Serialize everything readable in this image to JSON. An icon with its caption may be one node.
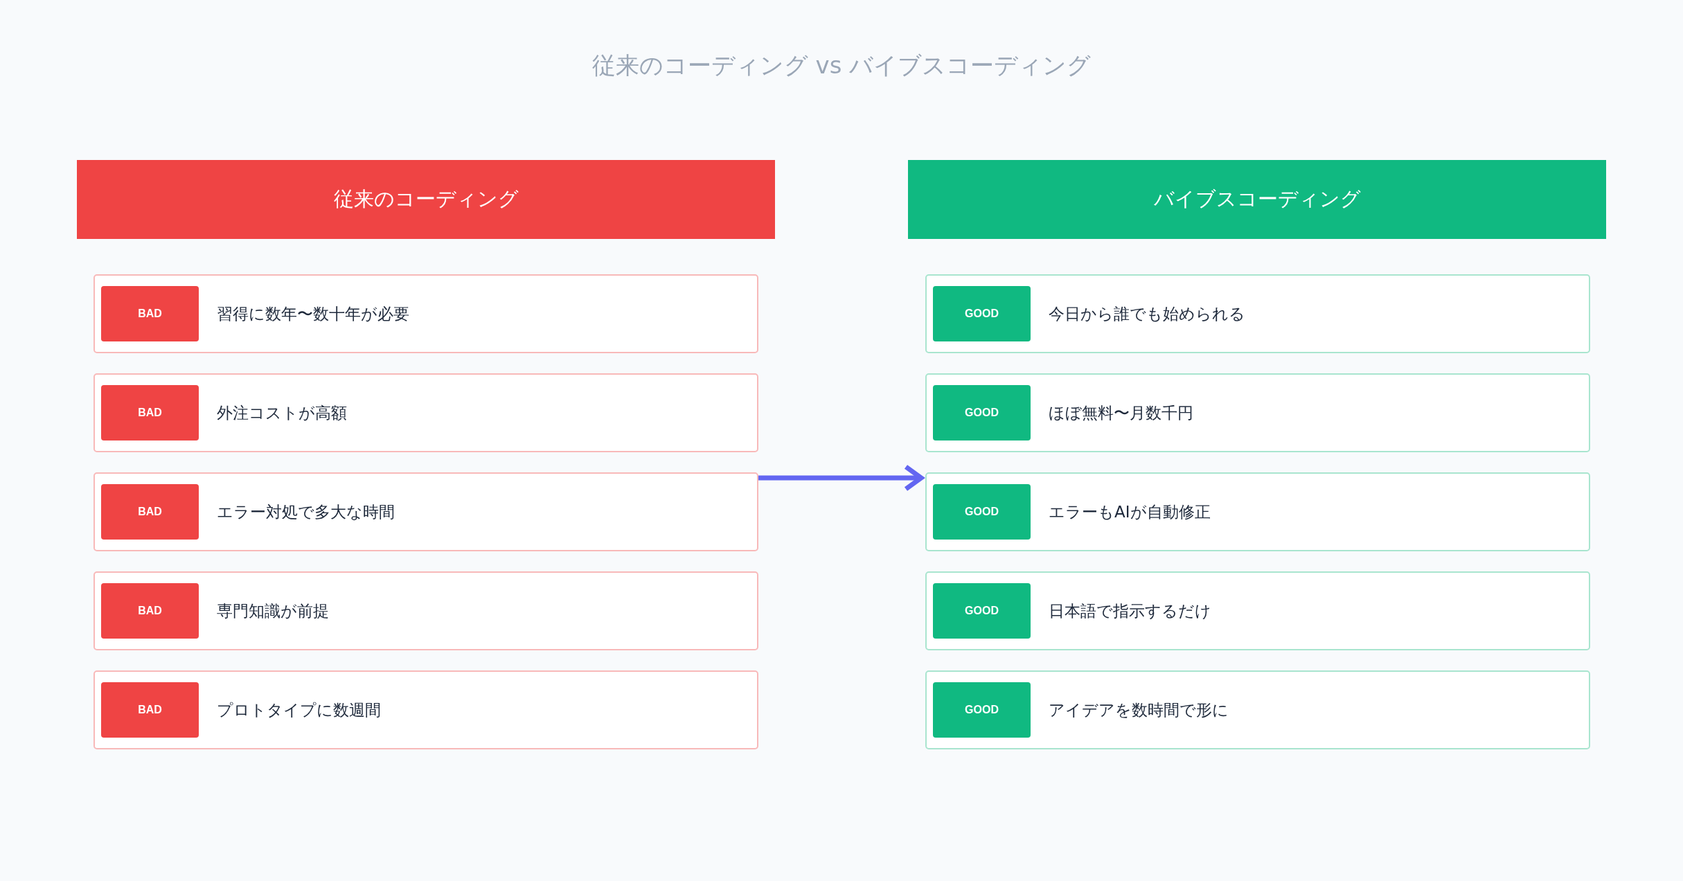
{
  "diagram": {
    "title": "従来のコーディング vs バイブスコーディング",
    "nodes": [
      {
        "text": [
          "従来のコーディング"
        ]
      },
      {
        "text": [
          "習得に数年〜数十年が必要"
        ]
      },
      {
        "text": [
          "BAD"
        ],
        "in": 1
      },
      {
        "text": [
          "外注コストが高額"
        ]
      },
      {
        "text": [
          "BAD"
        ],
        "in": 3
      },
      {
        "text": [
          "エラー対処で多大な時間"
        ]
      },
      {
        "text": [
          "BAD"
        ],
        "in": 5
      },
      {
        "text": [
          "専門知識が前提"
        ]
      },
      {
        "text": [
          "BAD"
        ],
        "in": 7
      },
      {
        "text": [
          "プロトタイプに数週間"
        ]
      },
      {
        "text": [
          "BAD"
        ],
        "in": 9
      },
      {
        "text": [
          "バイブスコーディング"
        ]
      },
      {
        "text": [
          "今日から誰でも始められる"
        ]
      },
      {
        "text": [
          "GOOD"
        ],
        "in": 12
      },
      {
        "text": [
          "ほぼ無料〜月数千円"
        ]
      },
      {
        "text": [
          "GOOD"
        ],
        "in": 14
      },
      {
        "text": [
          "エラーもAIが自動修正"
        ]
      },
      {
        "text": [
          "GOOD"
        ],
        "in": 16
      },
      {
        "text": [
          "日本語で指示するだけ"
        ]
      },
      {
        "text": [
          "GOOD"
        ],
        "in": 18
      },
      {
        "text": [
          "アイデアを数時間で形に"
        ]
      },
      {
        "text": [
          "GOOD"
        ],
        "in": 20
      }
    ],
    "edges": [
      {
        "from": 5,
        "to": 16,
        "arrow": "to",
        "color": "#6366f1"
      }
    ]
  }
}
